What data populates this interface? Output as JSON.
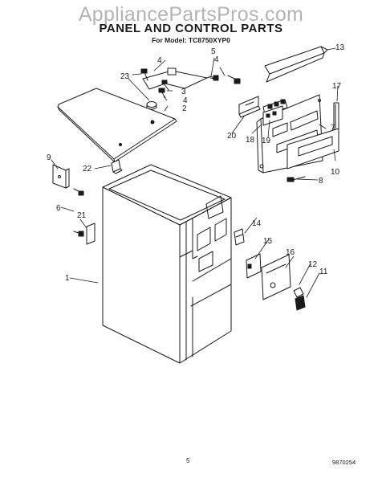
{
  "header": {
    "watermark": "AppliancePartsPros.com",
    "title": "PANEL AND CONTROL PARTS",
    "subtitle": "For Model: TC8750XYP0"
  },
  "footer": {
    "page_number": "5",
    "document_number": "9870254"
  },
  "callouts": [
    "1",
    "2",
    "3",
    "4",
    "4",
    "4",
    "5",
    "6",
    "7",
    "8",
    "9",
    "10",
    "11",
    "12",
    "13",
    "14",
    "15",
    "16",
    "17",
    "18",
    "19",
    "20",
    "21",
    "22",
    "23"
  ]
}
